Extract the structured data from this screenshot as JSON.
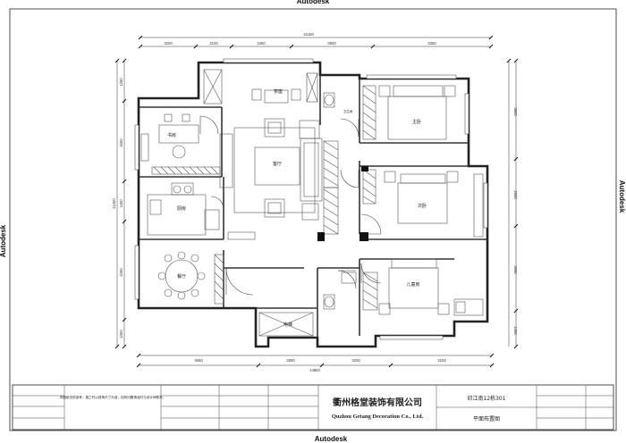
{
  "watermark": {
    "text": "Autodesk"
  },
  "dimensions": {
    "top_total": "15150",
    "top_segments": [
      "3200",
      "2100",
      "2450",
      "3900",
      "3350"
    ],
    "bottom_total": "14800",
    "bottom_segments": [
      "4650",
      "2850",
      "3200",
      "4100"
    ],
    "left_total": "11400",
    "left_segments": [
      "1250",
      "3450",
      "1450",
      "4250",
      "1000"
    ],
    "right_segments": [
      "3800",
      "2600",
      "3550",
      "1450"
    ]
  },
  "rooms": {
    "study": "书房",
    "kitchen": "厨房",
    "dining": "餐厅",
    "living": "客厅",
    "tea": "茶座",
    "master_bedroom": "主卧",
    "second_bedroom": "次卧",
    "kids_room": "儿童房",
    "toilet": "卫生间",
    "elevator": "电梯"
  },
  "title_block": {
    "company_cn": "衢州格堂装饰有限公司",
    "company_en": "Quzhou Getang Decoration Co., Ltd.",
    "project": "印江南12栋301",
    "drawing": "平面布置图",
    "note": "本图纸仅供参考，施工时以现场尺寸为准，如有问题请及时与设计师联系。"
  },
  "colors": {
    "ink": "#1a1a1a",
    "wall": "#222222",
    "door": "#444444",
    "furniture": "#555555"
  }
}
